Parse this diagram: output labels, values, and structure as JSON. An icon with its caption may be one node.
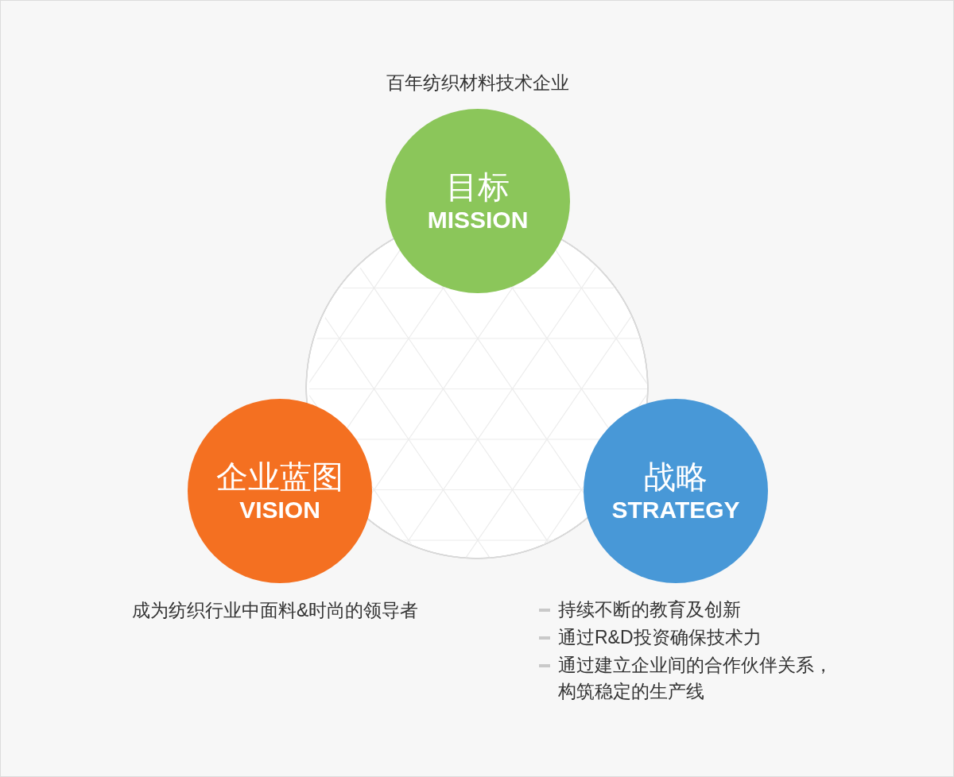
{
  "diagram": {
    "nodes": [
      {
        "text": [
          "目标",
          "MISSION"
        ],
        "beside": [
          "百年纺织材料技术企业"
        ]
      },
      {
        "text": [
          "企业蓝图",
          "VISION"
        ],
        "beside": [
          "成为纺织行业中面料&时尚的领导者"
        ]
      },
      {
        "text": [
          "战略",
          "STRATEGY"
        ],
        "beside": [
          "持续不断的教育及创新",
          "通过R&D投资确保技术力",
          "通过建立企业间的合作伙伴关系，构筑稳定的生产线"
        ]
      }
    ]
  }
}
